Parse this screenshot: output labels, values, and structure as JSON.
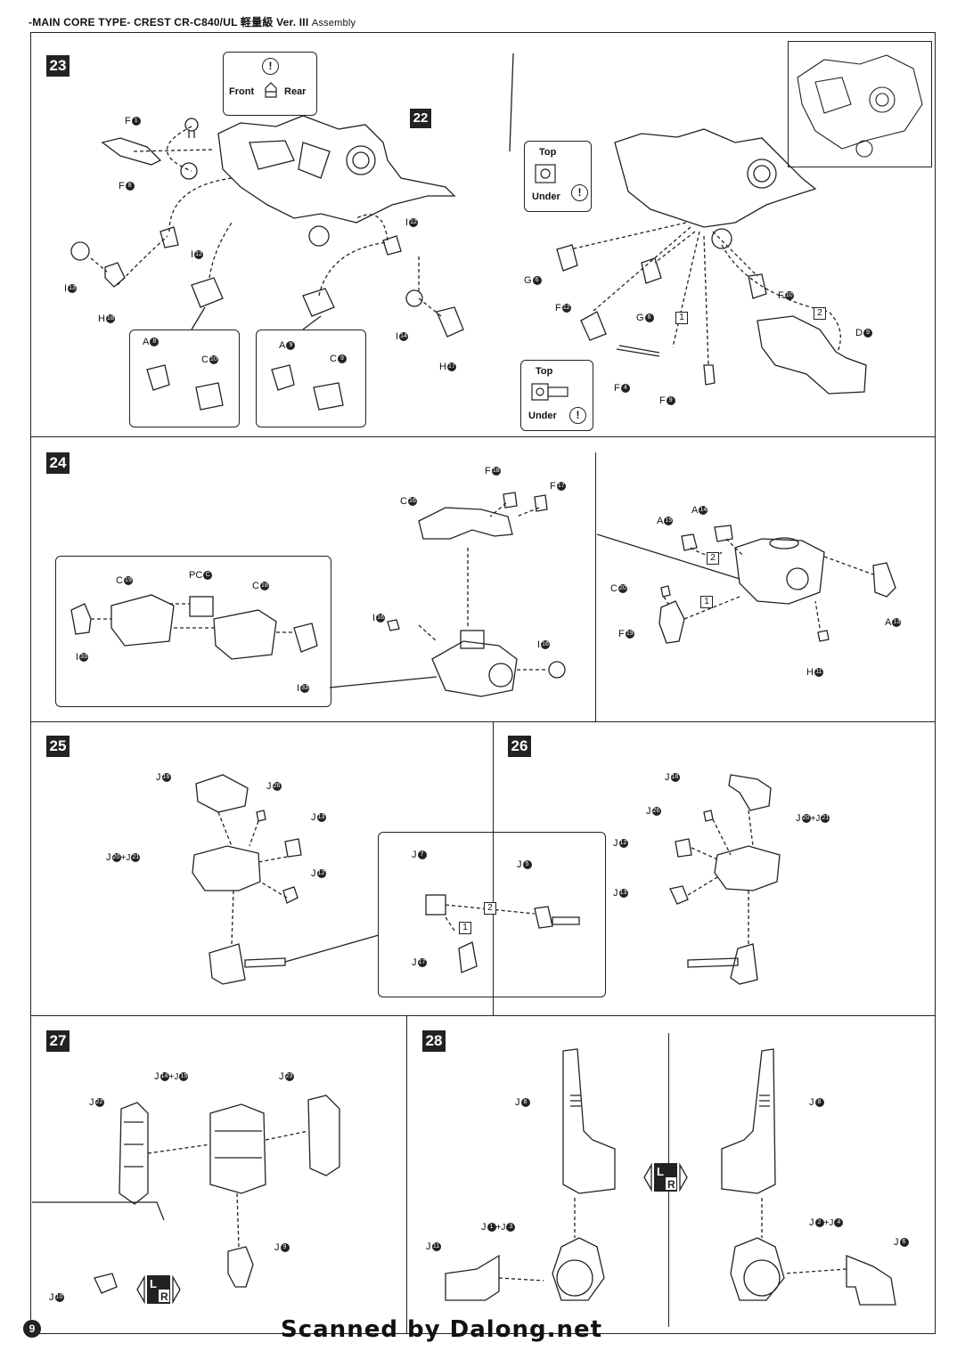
{
  "header": {
    "title": "-MAIN CORE TYPE- CREST CR-C840/UL 軽量級 Ver. III",
    "sub": "Assembly"
  },
  "steps": {
    "s23": "23",
    "s24": "24",
    "s25": "25",
    "s26": "26",
    "s27": "27",
    "s28": "28",
    "ref22": "22"
  },
  "callouts": {
    "front": "Front",
    "rear": "Rear",
    "top": "Top",
    "under": "Under"
  },
  "labels23": {
    "f1": {
      "p": "F",
      "n": "1"
    },
    "f8": {
      "p": "F",
      "n": "8"
    },
    "i12a": {
      "p": "I",
      "n": "12"
    },
    "i12b": {
      "p": "I",
      "n": "12"
    },
    "i13": {
      "p": "I",
      "n": "13"
    },
    "h18": {
      "p": "H",
      "n": "18"
    },
    "a8": {
      "p": "A",
      "n": "8"
    },
    "c10": {
      "p": "C",
      "n": "10"
    },
    "a9": {
      "p": "A",
      "n": "9"
    },
    "c9": {
      "p": "C",
      "n": "9"
    },
    "i14": {
      "p": "I",
      "n": "14"
    },
    "h17": {
      "p": "H",
      "n": "17"
    },
    "g6a": {
      "p": "G",
      "n": "6"
    },
    "f12": {
      "p": "F",
      "n": "12"
    },
    "g6b": {
      "p": "G",
      "n": "6"
    },
    "f10": {
      "p": "F",
      "n": "10"
    },
    "d9": {
      "p": "D",
      "n": "9"
    },
    "f4": {
      "p": "F",
      "n": "4"
    },
    "f9": {
      "p": "F",
      "n": "9"
    }
  },
  "labels24": {
    "f18": {
      "p": "F",
      "n": "18"
    },
    "f17": {
      "p": "F",
      "n": "17"
    },
    "c16": {
      "p": "C",
      "n": "16"
    },
    "c19": {
      "p": "C",
      "n": "19"
    },
    "pc": {
      "p": "PC",
      "n": "C"
    },
    "c18": {
      "p": "C",
      "n": "18"
    },
    "i33a": {
      "p": "I",
      "n": "33"
    },
    "i33b": {
      "p": "I",
      "n": "33"
    },
    "i16a": {
      "p": "I",
      "n": "16"
    },
    "i16b": {
      "p": "I",
      "n": "16"
    },
    "a15": {
      "p": "A",
      "n": "15"
    },
    "a14": {
      "p": "A",
      "n": "14"
    },
    "c20": {
      "p": "C",
      "n": "20"
    },
    "f19": {
      "p": "F",
      "n": "19"
    },
    "a13": {
      "p": "A",
      "n": "13"
    },
    "h11": {
      "p": "H",
      "n": "11"
    }
  },
  "labels25": {
    "j16": {
      "p": "J",
      "n": "16"
    },
    "j26": {
      "p": "J",
      "n": "26"
    },
    "j13": {
      "p": "J",
      "n": "13"
    },
    "j2021a": {
      "p": "J",
      "n": "20",
      "p2": "+J",
      "n2": "21"
    },
    "j12": {
      "p": "J",
      "n": "12"
    },
    "j7": {
      "p": "J",
      "n": "7"
    },
    "j5": {
      "p": "J",
      "n": "5"
    },
    "j17": {
      "p": "J",
      "n": "17"
    }
  },
  "labels26": {
    "j16": {
      "p": "J",
      "n": "16"
    },
    "j26": {
      "p": "J",
      "n": "26"
    },
    "j2021": {
      "p": "J",
      "n": "20",
      "p2": "+J",
      "n2": "21"
    },
    "j12": {
      "p": "J",
      "n": "12"
    },
    "j13": {
      "p": "J",
      "n": "13"
    }
  },
  "labels27": {
    "j1415": {
      "p": "J",
      "n": "14",
      "p2": "+J",
      "n2": "15"
    },
    "j23": {
      "p": "J",
      "n": "23"
    },
    "j22": {
      "p": "J",
      "n": "22"
    },
    "j9": {
      "p": "J",
      "n": "9"
    },
    "j10": {
      "p": "J",
      "n": "10"
    }
  },
  "labels28": {
    "j8a": {
      "p": "J",
      "n": "8"
    },
    "j8b": {
      "p": "J",
      "n": "8"
    },
    "j13": {
      "p": "J",
      "n": "1",
      "p2": "+J",
      "n2": "3"
    },
    "j11": {
      "p": "J",
      "n": "11"
    },
    "j24": {
      "p": "J",
      "n": "2",
      "p2": "+J",
      "n2": "4"
    },
    "j6": {
      "p": "J",
      "n": "6"
    }
  },
  "boxnums": {
    "one": "1",
    "two": "2"
  },
  "lr": {
    "l": "L",
    "r": "R"
  },
  "page_number": "9",
  "footer": "Scanned by Dalong.net"
}
